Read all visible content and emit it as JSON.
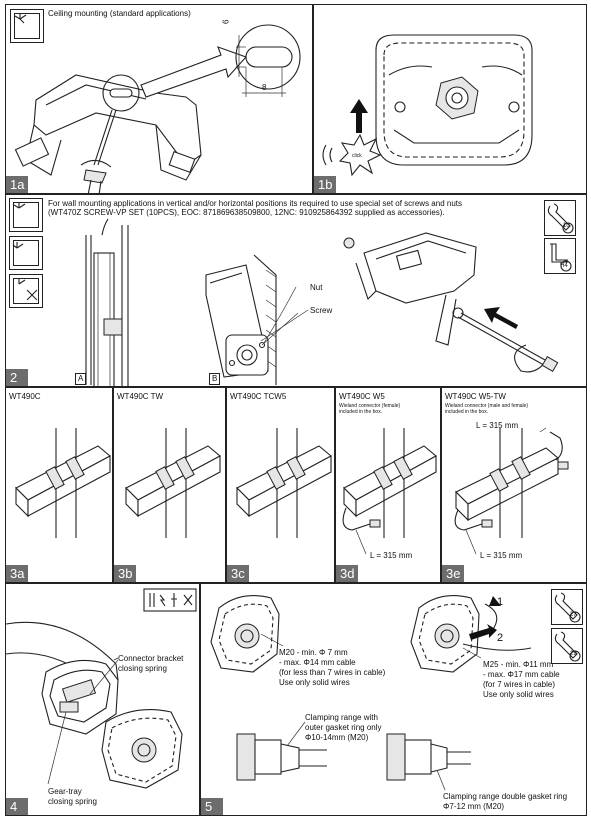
{
  "panels": {
    "p1a": {
      "tag": "1a",
      "title": "Ceiling mounting (standard applications)",
      "dim_v": "6",
      "dim_h": "8"
    },
    "p1b": {
      "tag": "1b",
      "click": "click"
    },
    "p2": {
      "tag": "2",
      "text_line1": "For wall mounting applications in vertical and/or horizontal positions its required to use special set of screws and nuts",
      "text_line2": "(WT470Z SCREW-VP SET (10PCS), EOC: 871869638509800, 12NC: 910925864392 supplied as accessories).",
      "label_nut": "Nut",
      "label_screw": "Screw",
      "box_a": "A",
      "box_b": "B",
      "tool1": "10",
      "tool2": "H4"
    },
    "p3a": {
      "tag": "3a",
      "title": "WT490C"
    },
    "p3b": {
      "tag": "3b",
      "title": "WT490C TW"
    },
    "p3c": {
      "tag": "3c",
      "title": "WT490C TCW5"
    },
    "p3d": {
      "tag": "3d",
      "title": "WT490C W5",
      "note": "Wieland connector (female) included in the box.",
      "length": "L = 315 mm"
    },
    "p3e": {
      "tag": "3e",
      "title": "WT490C W5-TW",
      "note": "Wieland connector (male and female) included in the box.",
      "length_top": "L = 315 mm",
      "length_bottom": "L = 315 mm"
    },
    "p4": {
      "tag": "4",
      "label_connector": "Connector bracket\nclosing spring",
      "label_gear": "Gear-tray\nclosing spring"
    },
    "p5": {
      "tag": "5",
      "m20_lines": [
        "M20 - min. Φ 7 mm",
        "- max. Φ14 mm cable",
        "(for less than 7 wires in cable)",
        "Use only solid wires"
      ],
      "m25_lines": [
        "M25 - min. Φ11 mm",
        "- max. Φ17 mm cable",
        "(for 7 wires in cable)",
        "Use only solid wires"
      ],
      "clamp1_lines": [
        "Clamping range with",
        "outer gasket ring only",
        "Φ10-14mm (M20)"
      ],
      "clamp2_lines": [
        "Clamping range double gasket ring",
        "Φ7-12 mm (M20)"
      ],
      "step1": "1",
      "step2": "2",
      "tool1": "27",
      "tool2": "29"
    }
  }
}
